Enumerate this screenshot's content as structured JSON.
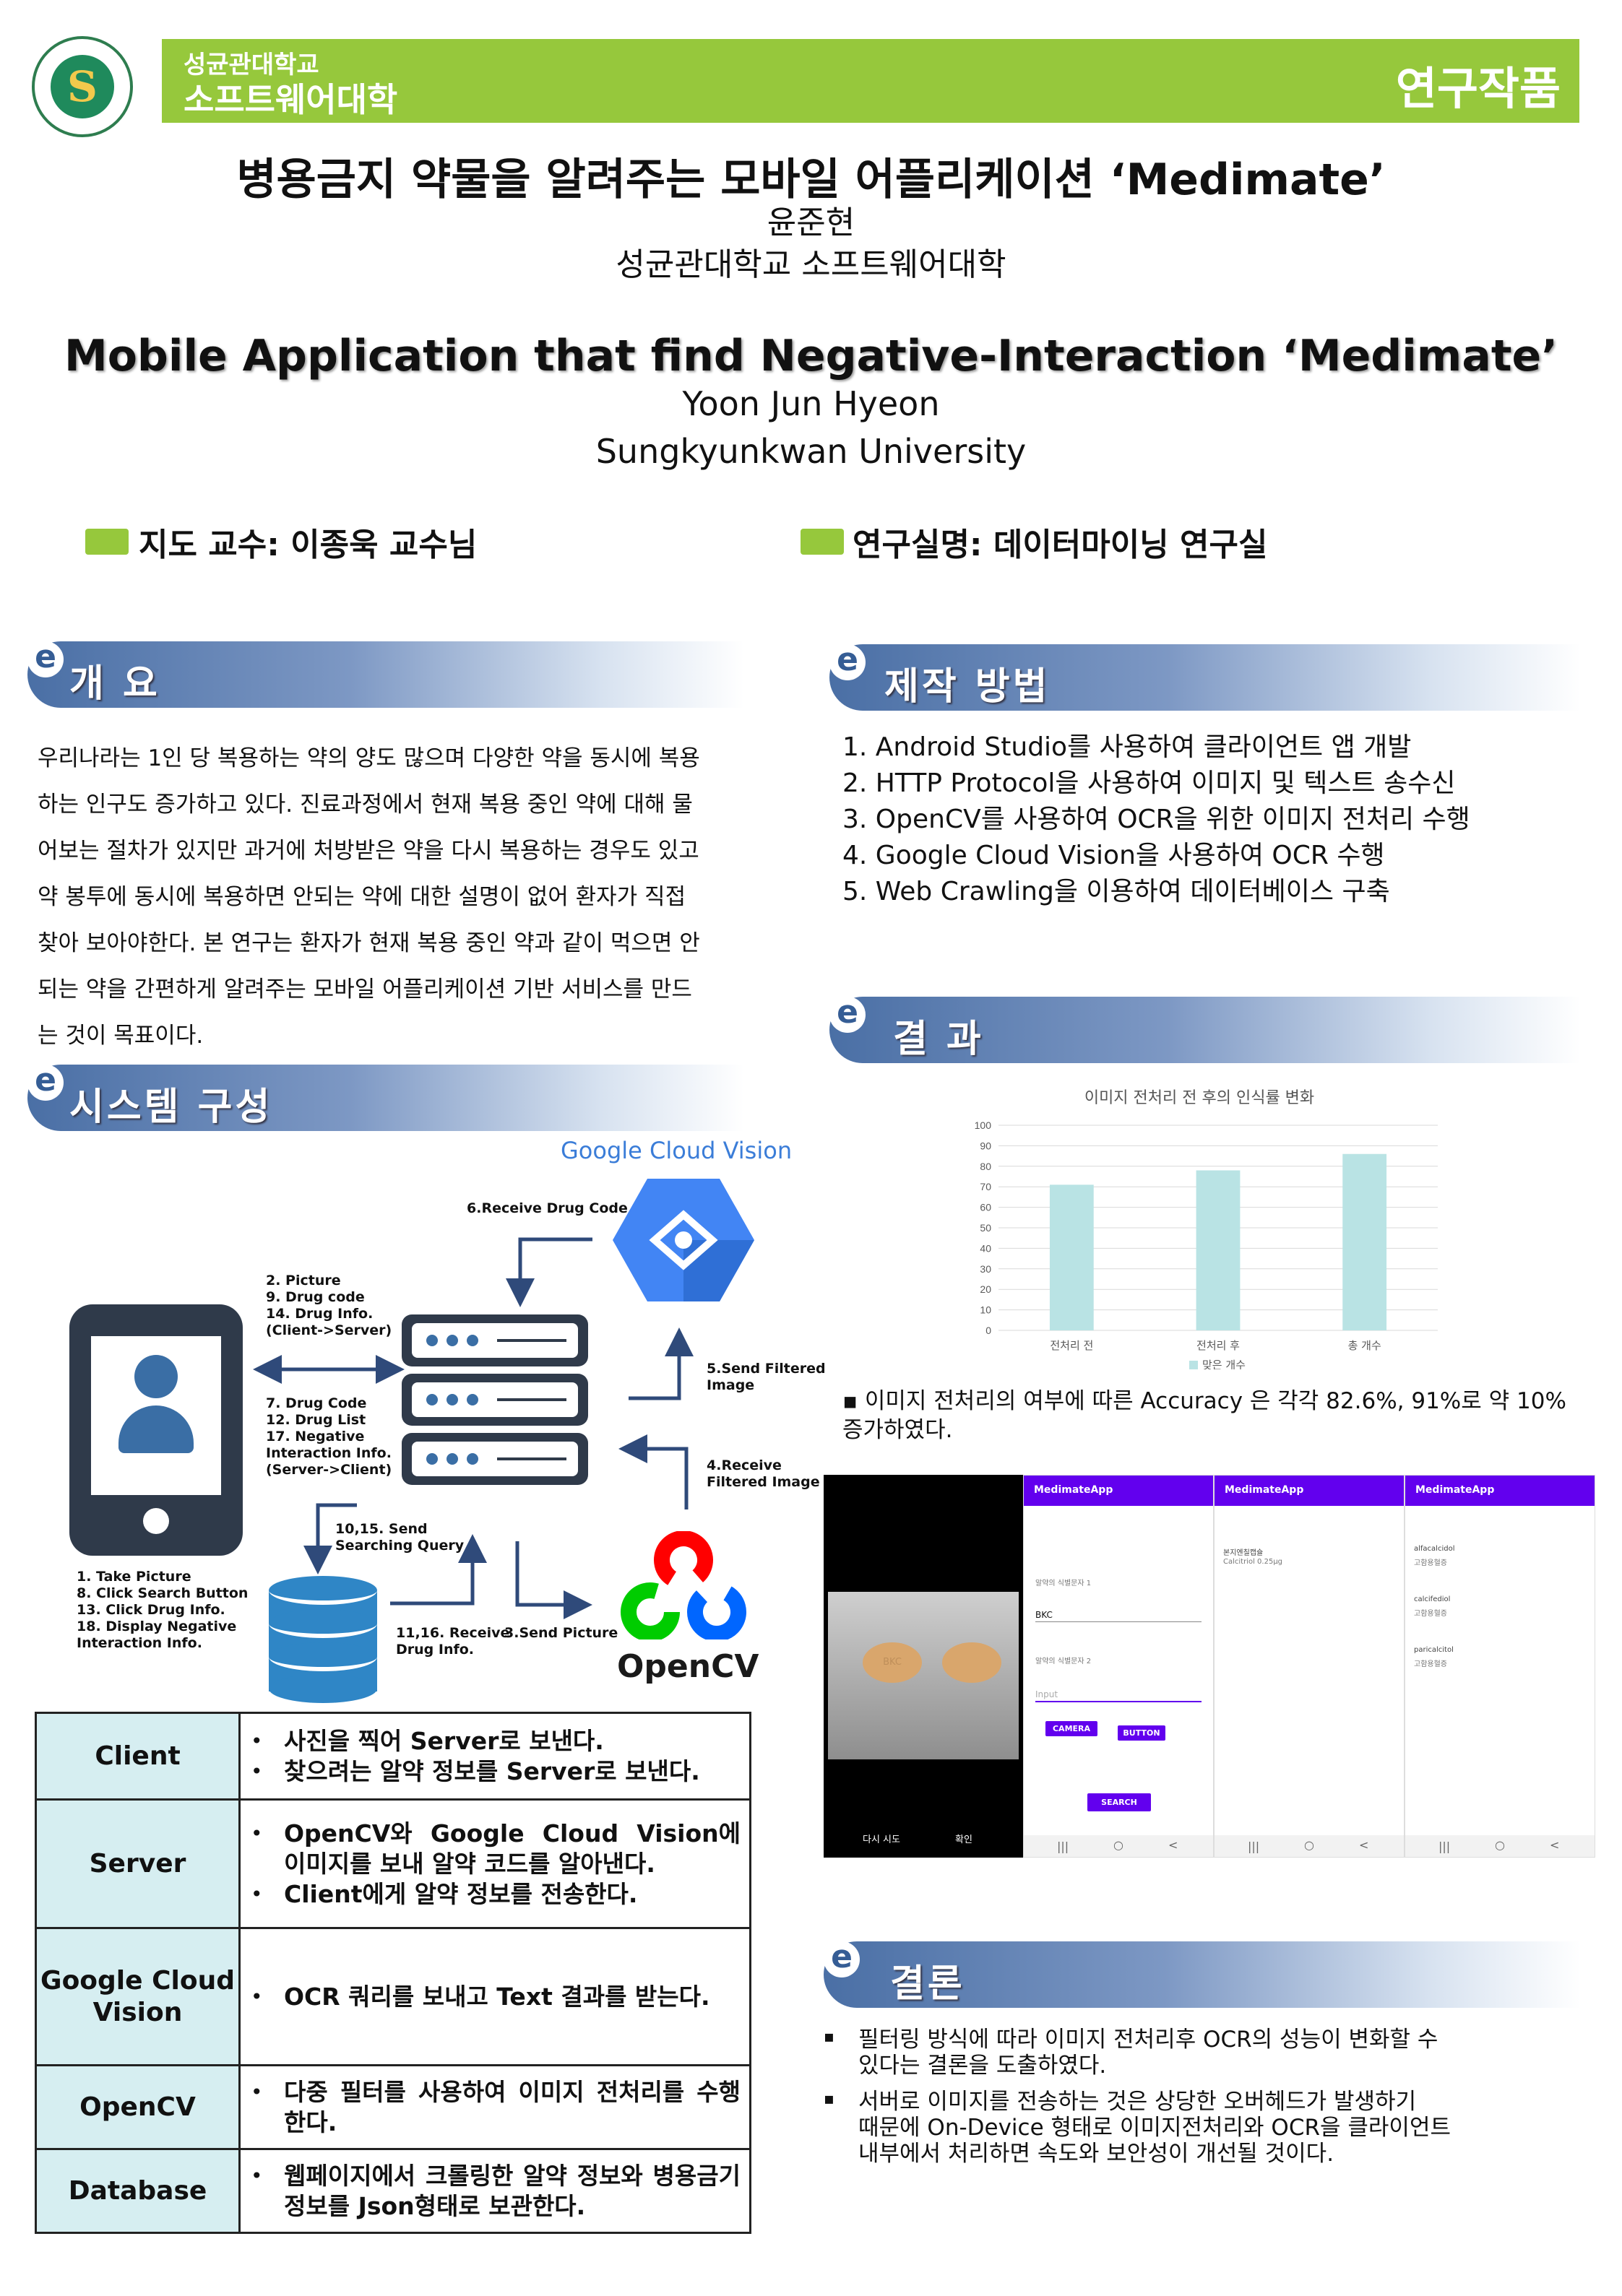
{
  "header": {
    "univ": "성균관대학교",
    "college": "소프트웨어대학",
    "badge": "연구작품"
  },
  "title": {
    "kr": "병용금지 약물을 알려주는 모바일 어플리케이션 ‘Medimate’",
    "author_kr": "윤준현",
    "affil_kr": "성균관대학교 소프트웨어대학",
    "en": "Mobile Application that find Negative-Interaction ‘Medimate’",
    "author_en": "Yoon Jun Hyeon",
    "affil_en": "Sungkyunkwan University"
  },
  "advisor": "지도 교수:  이종욱 교수님",
  "lab": "연구실명: 데이터마이닝 연구실",
  "sections": {
    "overview": "개 요",
    "method": "제작 방법",
    "result": "결 과",
    "system": "시스템 구성",
    "conclusion": "결론",
    "e_mark": "e"
  },
  "overview_lines": [
    "우리나라는 1인 당 복용하는 약의 양도 많으며 다양한 약을 동시에 복용",
    "하는 인구도 증가하고 있다. 진료과정에서 현재 복용 중인 약에 대해 물",
    "어보는 절차가 있지만 과거에 처방받은 약을 다시 복용하는 경우도 있고",
    "약 봉투에 동시에 복용하면 안되는 약에 대한 설명이 없어 환자가 직접",
    "찾아 보아야한다. 본 연구는 환자가 현재 복용 중인 약과 같이 먹으면 안",
    "되는 약을 간편하게 알려주는 모바일 어플리케이션 기반 서비스를 만드",
    "는 것이 목표이다."
  ],
  "method_items": [
    "1. Android Studio를 사용하여 클라이언트 앱 개발",
    "2. HTTP Protocol을 사용하여 이미지 및 텍스트 송수신",
    "3. OpenCV를 사용하여 OCR을 위한 이미지 전처리 수행",
    "4. Google Cloud Vision을 사용하여 OCR 수행",
    "5. Web Crawling을 이용하여 데이터베이스 구축"
  ],
  "diagram": {
    "gcv_title": "Google Cloud Vision",
    "opencv_title": "OpenCV",
    "l_receive_code": "6.Receive Drug Code",
    "l_client_server": "2. Picture\n9. Drug code\n14. Drug Info.\n(Client->Server)",
    "l_server_client": "7. Drug Code\n12. Drug List\n17. Negative\nInteraction Info.\n(Server->Client)",
    "l_send_filtered": "5.Send Filtered\nImage",
    "l_receive_filtered": "4.Receive\nFiltered Image",
    "l_send_query": "10,15. Send\nSearching Query",
    "l_receive_drug": "11,16. Receive\nDrug Info.",
    "l_send_picture": "3.Send Picture",
    "l_client_steps": "1. Take Picture\n8. Click Search Button\n13. Click Drug Info.\n18. Display Negative\nInteraction Info."
  },
  "table": [
    {
      "name": "Client",
      "items": [
        "사진을 찍어 Server로 보낸다.",
        "찾으려는 알약 정보를 Server로 보낸다."
      ]
    },
    {
      "name": "Server",
      "items": [
        "OpenCV와 Google Cloud Vision에 이미지를 보내 알약 코드를 알아낸다.",
        "Client에게 알약 정보를 전송한다."
      ]
    },
    {
      "name": "Google Cloud Vision",
      "items": [
        "OCR 쿼리를 보내고 Text 결과를 받는다."
      ]
    },
    {
      "name": "OpenCV",
      "items": [
        "다중 필터를 사용하여 이미지 전처리를 수행한다."
      ]
    },
    {
      "name": "Database",
      "items": [
        "웹페이지에서 크롤링한 알약 정보와 병용금기 정보를 Json형태로 보관한다."
      ]
    }
  ],
  "chart_data": {
    "type": "bar",
    "title": "이미지 전처리 전 후의 인식률 변화",
    "categories": [
      "전처리 전",
      "전처리 후",
      "총 개수"
    ],
    "series": [
      {
        "name": "맞은 개수",
        "values": [
          71,
          78,
          86
        ]
      }
    ],
    "ylim": [
      0,
      100
    ],
    "yticks": [
      0,
      10,
      20,
      30,
      40,
      50,
      60,
      70,
      80,
      90,
      100
    ],
    "grid": true,
    "legend": "bottom",
    "color": "#b9e3e4"
  },
  "result_note": "▪ 이미지 전처리의 여부에 따른 Accuracy 은 각각 82.6%, 91%로 약 10% 증가하였다.",
  "app": {
    "title": "MedimateApp",
    "retry": "다시 시도",
    "confirm": "확인",
    "field1_label": "알약의 식별문자 1",
    "field1_value": "BKC",
    "field2_label": "알약의 식별문자 2",
    "field2_placeholder": "Input",
    "camera_btn": "CAMERA",
    "button_btn": "BUTTON",
    "search_btn": "SEARCH",
    "pill_text": "BKC",
    "list2_title": "본지엔칠캡슐",
    "list2_sub": "Calcitriol 0.25μg",
    "list3": [
      {
        "name": "alfacalcidol",
        "sub": "고함용혈증"
      },
      {
        "name": "calcifediol",
        "sub": "고함용혈증"
      },
      {
        "name": "paricalcitol",
        "sub": "고함용혈증"
      }
    ],
    "nav": [
      "|||",
      "○",
      "<"
    ]
  },
  "conclusion_items": [
    [
      "필터링 방식에 따라 이미지 전처리후 OCR의 성능이 변화할 수",
      "있다는 결론을 도출하였다."
    ],
    [
      "서버로 이미지를 전송하는 것은 상당한 오버헤드가 발생하기",
      "때문에 On-Device 형태로 이미지전처리와 OCR을 클라이언트",
      "내부에서 처리하면 속도와 보안성이 개선될 것이다."
    ]
  ],
  "colors": {
    "accent": "#96c83c",
    "section": "#4a6fa5"
  }
}
